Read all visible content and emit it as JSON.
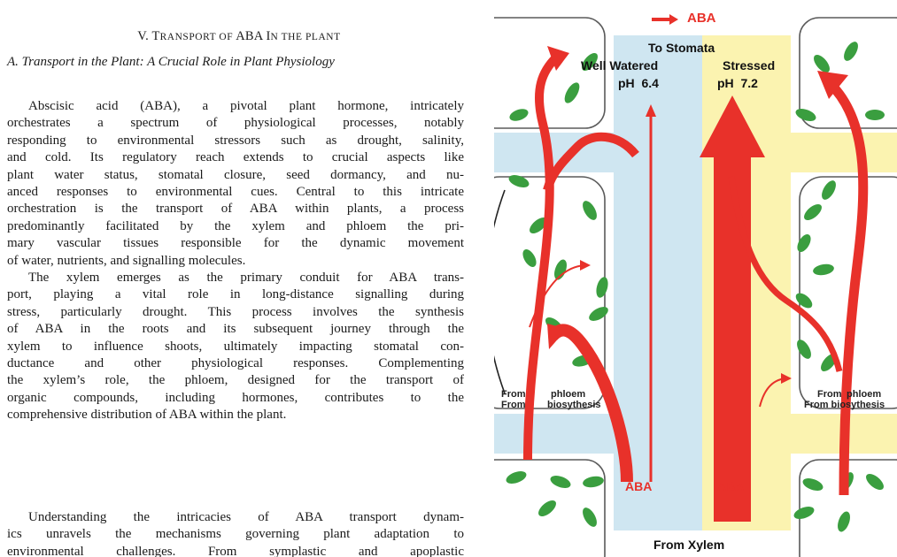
{
  "section": {
    "numeral": "V.",
    "title_first": "T",
    "title_rest": "RANSPORT OF",
    "title_aba": "ABA",
    "title_tail_first": "I",
    "title_tail": "N THE PLANT"
  },
  "subsection": {
    "title": "A. Transport in the Plant: A Crucial Role in Plant Physiology"
  },
  "paragraphs": [
    {
      "lines": [
        "Abscisic acid (ABA), a pivotal plant hormone, intricately",
        "orchestrates a spectrum of physiological processes, notably",
        "responding to environmental stressors such as drought, salinity,",
        "and cold. Its regulatory reach extends to crucial aspects like",
        "plant water status, stomatal closure, seed dormancy, and nu-",
        "anced responses to environmental cues. Central to this intricate",
        "orchestration is the transport of ABA within plants, a process",
        "predominantly facilitated by the xylem and phloem the pri-",
        "mary vascular tissues responsible for the dynamic movement",
        "of water, nutrients, and signalling molecules."
      ]
    },
    {
      "lines": [
        "The xylem emerges as the primary conduit for ABA trans-",
        "port, playing a vital role in long-distance signalling during",
        "stress, particularly drought. This process involves the synthesis",
        "of ABA in the roots and its subsequent journey through the",
        "xylem to influence shoots, ultimately impacting stomatal con-",
        "ductance and other physiological responses. Complementing",
        "the xylem’s role, the phloem, designed for the transport of",
        "organic compounds, including hormones, contributes to the",
        "comprehensive distribution of ABA within the plant."
      ]
    },
    {
      "lines": [
        "Understanding the intricacies of ABA transport dynam-",
        "ics unravels the mechanisms governing plant adaptation to",
        "environmental challenges. From symplastic and apoplastic"
      ]
    }
  ],
  "figure": {
    "legend_label": "ABA",
    "to_stomata": "To Stomata",
    "well_watered": "Well Watered",
    "stressed": "Stressed",
    "ph_left": "pH  6.4",
    "ph_right": "pH  7.2",
    "from_left_1": "From",
    "from_left_2": "From",
    "phloem_left": "phloem",
    "biosynthesis_left": "biosythesis",
    "from_right_1": "From",
    "phloem_right": "phloem",
    "from_right_2": "From biosythesis",
    "aba_left": "ABA",
    "aba_right": "ABA",
    "from_xylem": "From Xylem",
    "colors": {
      "arrow_red": "#e8312a",
      "xylem_left_blue": "#cfe6f1",
      "xylem_right_yellow": "#fbf3b0",
      "chloroplast_green": "#3a9e3f",
      "cell_outline": "#5a5a5a"
    }
  }
}
